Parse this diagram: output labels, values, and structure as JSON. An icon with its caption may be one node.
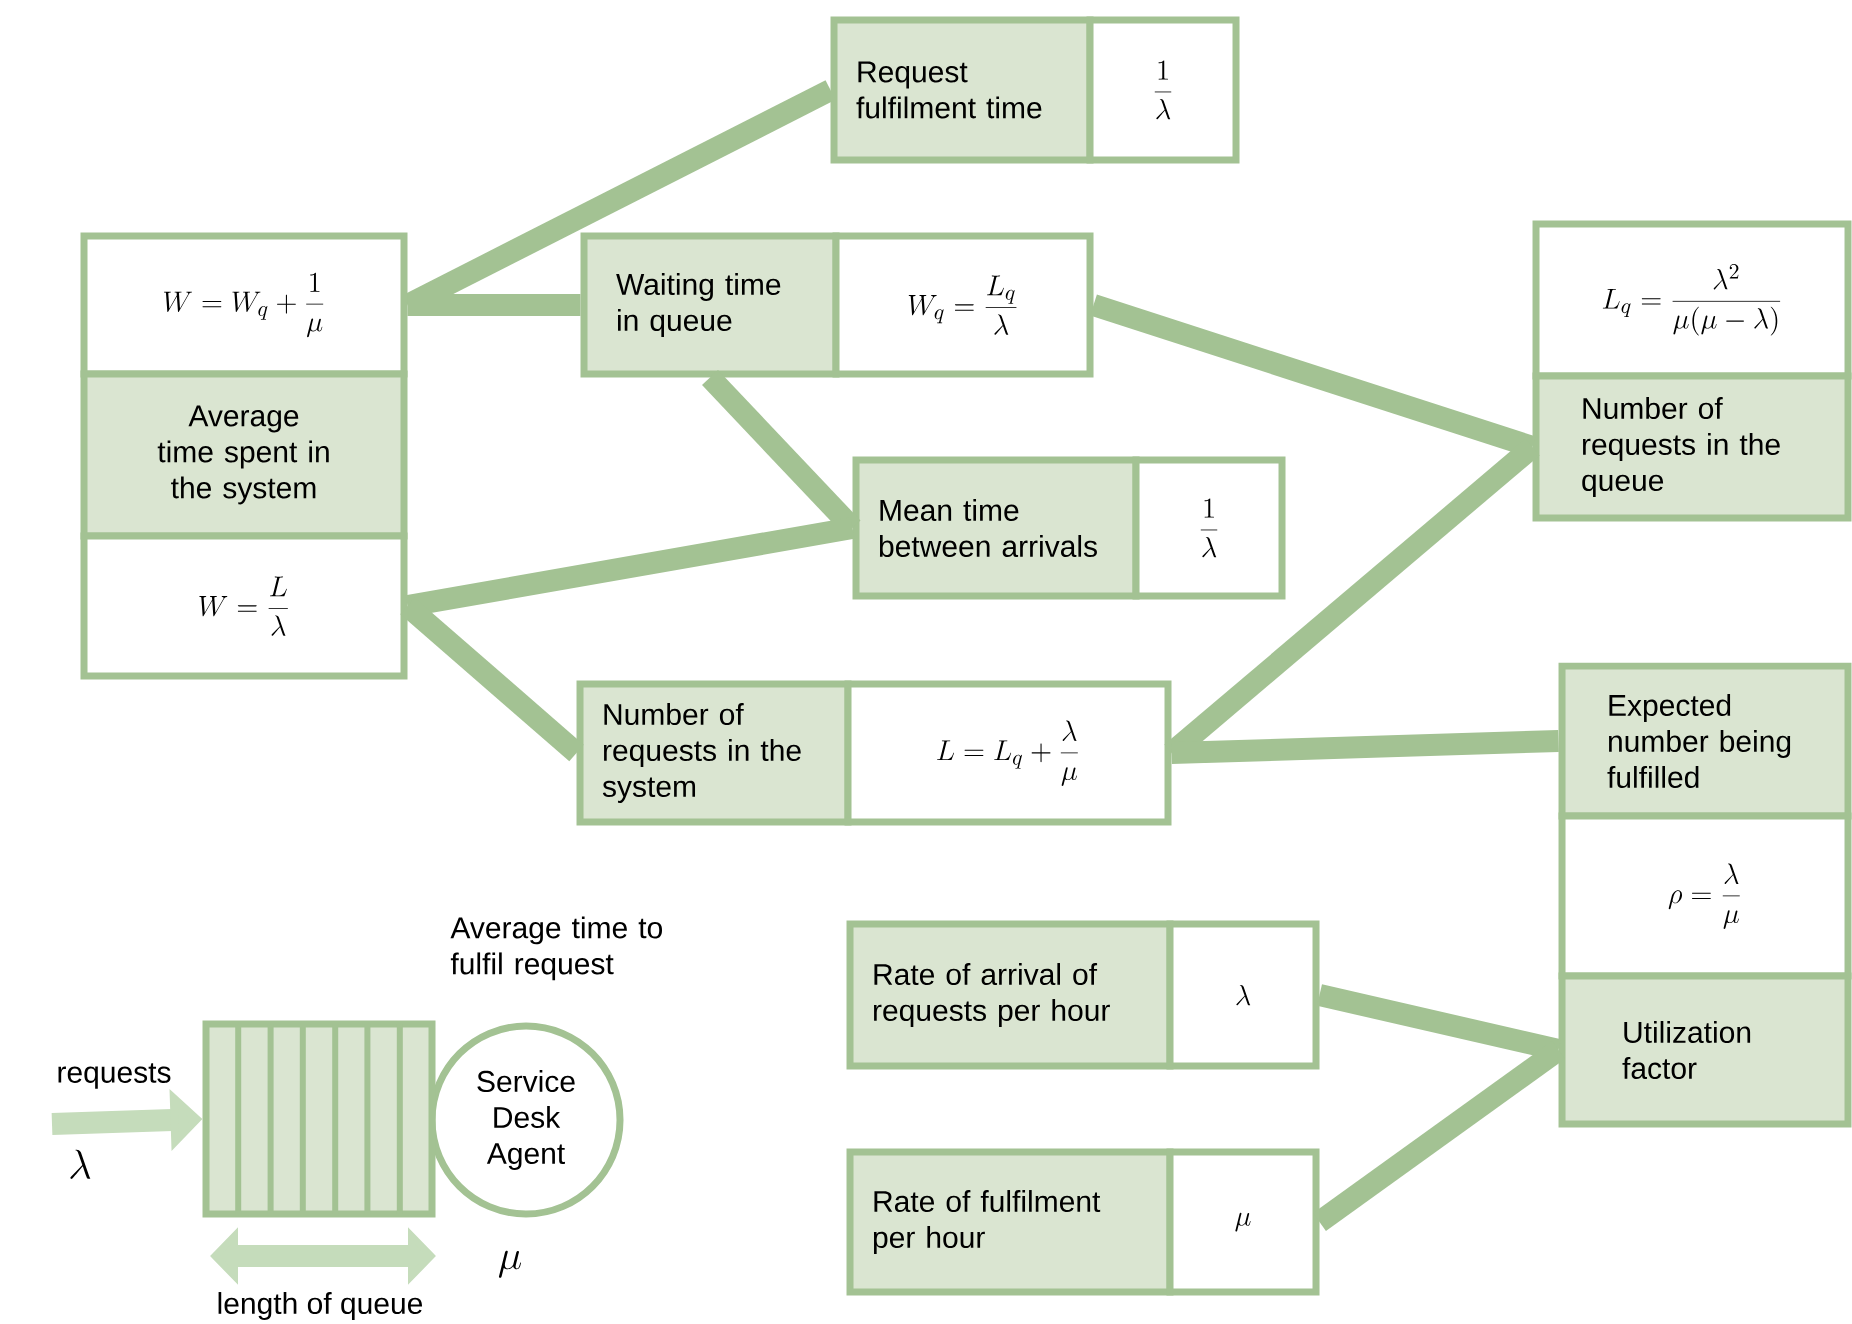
{
  "diagram": {
    "nodes": [
      {
        "text": [
          "W = W_q + \\frac{1}{\\mu}"
        ]
      },
      {
        "text": [
          "Average time spent in the system"
        ]
      },
      {
        "text": [
          "W = \\frac{L}{\\lambda}"
        ]
      },
      {
        "text": [
          "Request fulfilment time"
        ]
      },
      {
        "text": [
          "\\frac{1}{\\lambda}"
        ]
      },
      {
        "text": [
          "Waiting time in queue"
        ]
      },
      {
        "text": [
          "W_q = \\frac{L_q}{\\lambda}"
        ]
      },
      {
        "text": [
          "Mean time between arrivals"
        ]
      },
      {
        "text": [
          "\\frac{1}{\\lambda}"
        ]
      },
      {
        "text": [
          "Number of requests in the system"
        ]
      },
      {
        "text": [
          "L = L_q + \\frac{\\lambda}{\\mu}"
        ]
      },
      {
        "text": [
          "L_q = \\frac{\\lambda^2}{\\mu(\\mu - \\lambda)}"
        ]
      },
      {
        "text": [
          "Number of requests in the queue"
        ]
      },
      {
        "text": [
          "Expected number being fulfilled"
        ]
      },
      {
        "text": [
          "\\rho = \\frac{\\lambda}{\\mu}"
        ]
      },
      {
        "text": [
          "Rate of arrival of requests per hour"
        ]
      },
      {
        "text": [
          "\\lambda"
        ]
      },
      {
        "text": [
          "Rate of fulfilment per hour"
        ]
      },
      {
        "text": [
          "\\mu"
        ]
      },
      {
        "text": [
          "Utilization factor"
        ]
      },
      {
        "text": [
          "Service Desk Agent"
        ],
        "beside": [
          "Average time to fulfil request"
        ]
      },
      {
        "text": [],
        "shape": "box"
      }
    ],
    "edges": [
      {
        "from": 0,
        "to": 3,
        "arrow": "none"
      },
      {
        "from": 0,
        "to": 5,
        "arrow": "none"
      },
      {
        "from": 5,
        "to": 7,
        "arrow": "none"
      },
      {
        "from": 2,
        "to": 7,
        "arrow": "none"
      },
      {
        "from": 2,
        "to": 9,
        "arrow": "none"
      },
      {
        "from": 6,
        "to": 12,
        "arrow": "none"
      },
      {
        "from": 10,
        "to": 12,
        "arrow": "none"
      },
      {
        "from": 10,
        "to": 13,
        "arrow": "none"
      },
      {
        "from": 16,
        "to": 19,
        "arrow": "none"
      },
      {
        "from": 18,
        "to": 19,
        "arrow": "none"
      },
      {
        "from": null,
        "to": 21,
        "arrow": "to",
        "color": "#c5dcbb"
      }
    ],
    "labels": [
      "requests",
      "\\lambda",
      "\\mu",
      "length of queue"
    ]
  }
}
